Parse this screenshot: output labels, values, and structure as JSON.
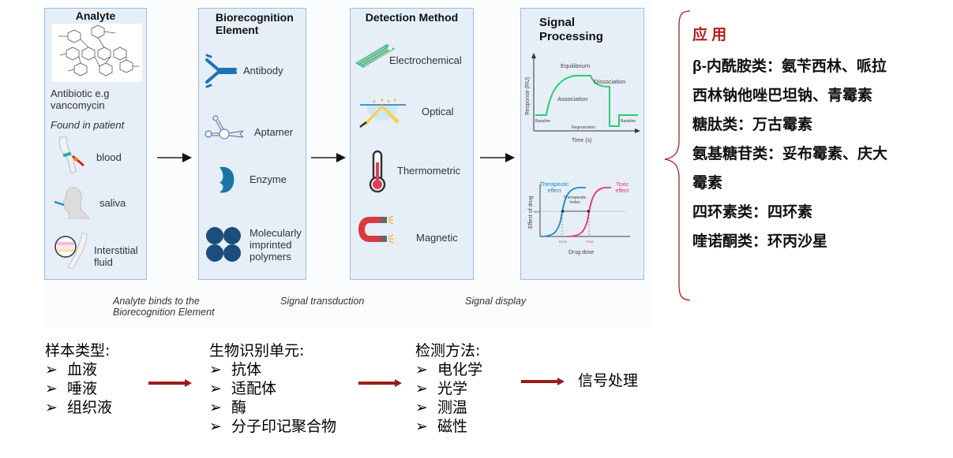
{
  "panels": {
    "analyte": {
      "title": "Analyte",
      "antibiotic_label": "Antibiotic e.g vancomycin",
      "found_label": "Found in patient",
      "samples": [
        "blood",
        "saliva",
        "Interstitial fluid"
      ]
    },
    "biorecognition": {
      "title": "Biorecognition Element",
      "items": [
        "Antibody",
        "Aptamer",
        "Enzyme",
        "Molecularly imprinted polymers"
      ]
    },
    "detection": {
      "title": "Detection Method",
      "items": [
        "Electrochemical",
        "Optical",
        "Thermometric",
        "Magnetic"
      ]
    },
    "signal": {
      "title": "Signal Processing",
      "sensorgram": {
        "ylabel": "Response (RU)",
        "xlabel": "Time (s)",
        "labels": [
          "Equilibrium",
          "Dissociation",
          "Association",
          "Baseline",
          "Regeneration",
          "Baseline"
        ]
      },
      "dose_response": {
        "ylabel": "Effect of drug",
        "xlabel": "Drug dose",
        "therapeutic_label": "Therapeutic effect",
        "toxic_label": "Toxic effect",
        "index_label": "Therapeutic index",
        "fifty_label": "50%",
        "ed_label": "ED50",
        "td_label": "TD50"
      }
    }
  },
  "captions": [
    "Analyte binds to the Biorecognition Element",
    "Signal transduction",
    "Signal display"
  ],
  "applications": {
    "title": "应 用",
    "lines": [
      "β-内酰胺类：氨苄西林、哌拉",
      "西林钠他唑巴坦钠、青霉素",
      "糖肽类：万古霉素",
      "氨基糖苷类：妥布霉素、庆大",
      "霉素",
      "四环素类：四环素",
      "喹诺酮类：环丙沙星"
    ]
  },
  "summary": {
    "sample": {
      "heading": "样本类型:",
      "items": [
        "血液",
        "唾液",
        "组织液"
      ]
    },
    "recognition": {
      "heading": "生物识别单元:",
      "items": [
        "抗体",
        "适配体",
        "酶",
        "分子印记聚合物"
      ]
    },
    "detection": {
      "heading": "检测方法:",
      "items": [
        "电化学",
        "光学",
        "测温",
        "磁性"
      ]
    },
    "signal": {
      "label": "信号处理"
    },
    "bullet": "➢"
  },
  "colors": {
    "accent_red": "#9b1b1b",
    "panel_bg": "#e6eef8",
    "panel_border": "#9dbde3",
    "sensorgram_line": "#2ecc71",
    "therapeutic": "#1e88c9",
    "toxic": "#ec2f7b"
  }
}
